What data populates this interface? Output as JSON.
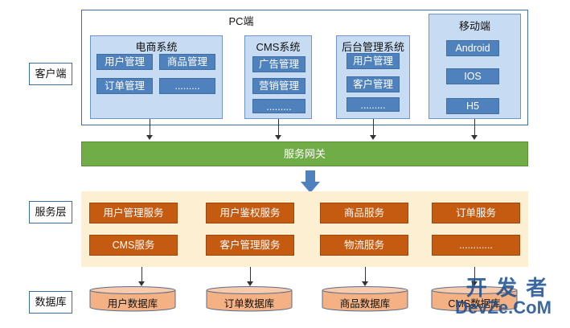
{
  "layers": {
    "client": "客户端",
    "service": "服务层",
    "database": "数据库"
  },
  "pc": {
    "title": "PC端",
    "systems": [
      {
        "title": "电商系统",
        "items": [
          "用户管理",
          "商品管理",
          "订单管理",
          "........."
        ]
      },
      {
        "title": "CMS系统",
        "items": [
          "广告管理",
          "营销管理",
          "........."
        ]
      },
      {
        "title": "后台管理系统",
        "items": [
          "用户管理",
          "客户管理",
          "........."
        ]
      }
    ]
  },
  "mobile": {
    "title": "移动端",
    "items": [
      "Android",
      "IOS",
      "H5"
    ]
  },
  "gateway": "服务网关",
  "services": [
    "用户管理服务",
    "用户鉴权服务",
    "商品服务",
    "订单服务",
    "CMS服务",
    "客户管理服务",
    "物流服务",
    "............"
  ],
  "databases": [
    "用户数据库",
    "订单数据库",
    "商品数据库",
    "CMS数据库"
  ],
  "watermark": {
    "line1": "开 发 者",
    "line2": "DevZe.CoM"
  },
  "colors": {
    "client_button": "#4f81bd",
    "system_panel": "#c7dbf2",
    "gateway": "#70ad47",
    "service_background": "#fdefd2",
    "service_button": "#c55a11",
    "database": "#f4b183"
  }
}
